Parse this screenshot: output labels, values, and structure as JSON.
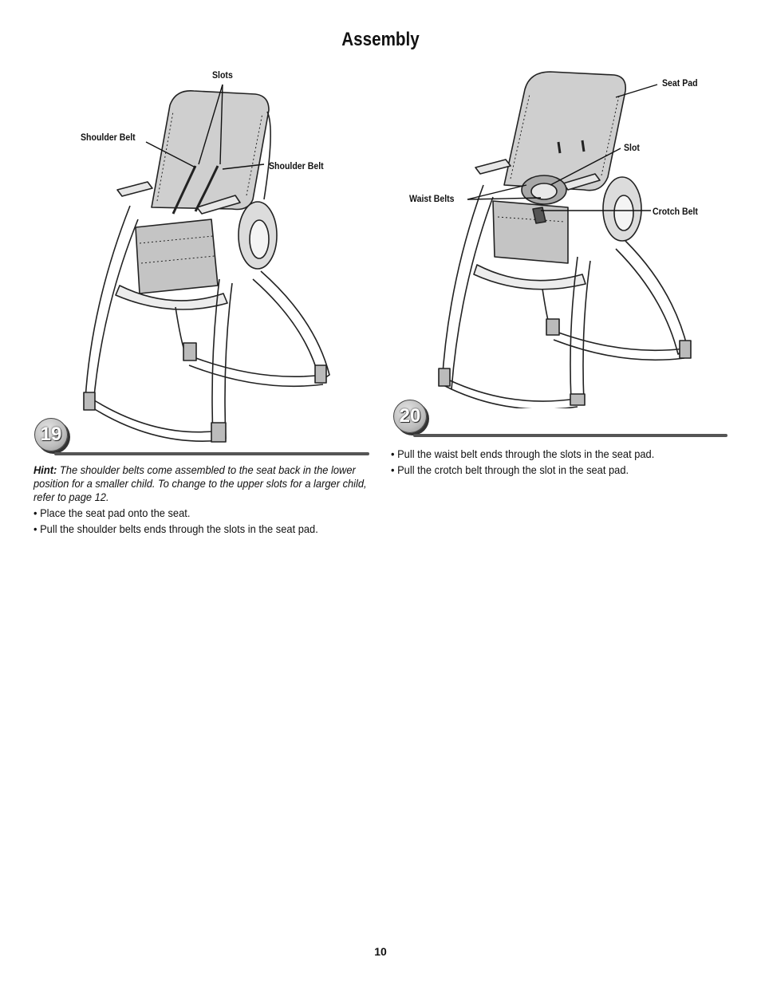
{
  "page": {
    "title": "Assembly",
    "page_number": "10"
  },
  "step19": {
    "number": "19",
    "labels": {
      "slots": "Slots",
      "shoulder_belt_left": "Shoulder Belt",
      "shoulder_belt_right": "Shoulder Belt"
    },
    "hint_label": "Hint:",
    "hint_text": "The shoulder belts come assembled to the seat back in the lower position for a smaller child. To change to the upper slots for a larger child, refer to page 12.",
    "bullets": [
      "• Place the seat pad onto the seat.",
      "• Pull the shoulder belts ends through the slots in the seat pad."
    ]
  },
  "step20": {
    "number": "20",
    "labels": {
      "seat_pad": "Seat Pad",
      "slot": "Slot",
      "waist_belts": "Waist Belts",
      "crotch_belt": "Crotch Belt"
    },
    "bullets": [
      "• Pull the waist belt ends through the slots in the seat pad.",
      "• Pull the crotch belt through the slot in the seat pad."
    ]
  }
}
